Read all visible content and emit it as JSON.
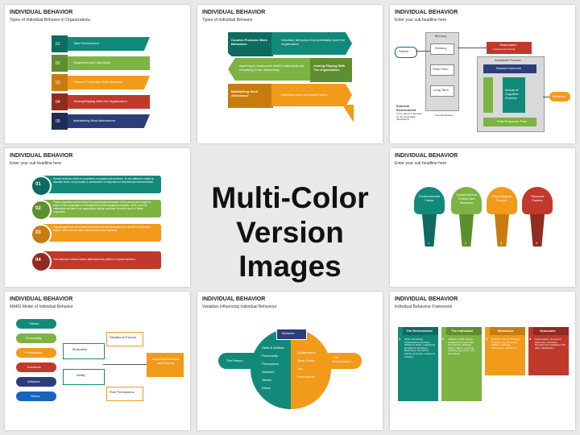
{
  "center": {
    "line1": "Multi-Color",
    "line2": "Version Images"
  },
  "slides": [
    {
      "title": "INDIVIDUAL BEHAVIOR",
      "subtitle": "Types of Individual Behavior in Organizations",
      "items": [
        {
          "num": "01",
          "text": "Task Performance"
        },
        {
          "num": "02",
          "text": "Organizational Citizenship"
        },
        {
          "num": "03",
          "text": "Counter Productive Work Behavior"
        },
        {
          "num": "04",
          "text": "Joining/Staying With the Organization"
        },
        {
          "num": "05",
          "text": "Maintaining Work Attendance"
        }
      ]
    },
    {
      "title": "INDIVIDUAL BEHAVIOR",
      "subtitle": "Types of Individual Behavior",
      "rows": [
        {
          "label": "Counter Products Work Behaviors",
          "desc": "Voluntary behaviors that potentially harm the organization"
        },
        {
          "label": "Joining Playing With The Organization",
          "desc": "Agreeing to employees which relationship are remaining in the relationship"
        },
        {
          "label": "Maintaining Work Attendance",
          "desc": "Attending work at required times"
        }
      ]
    },
    {
      "title": "INDIVIDUAL BEHAVIOR",
      "subtitle": "Enter your sub headline here",
      "labels": {
        "stimuli": "Stimuli",
        "memory": "Memory",
        "sensory": "Sensory",
        "short_term": "Short Term",
        "long_term": "Long Term",
        "observation": "Observation",
        "observation_sub": "( Unobserved stimuli)",
        "analytical": "Analytical Process",
        "desired": "Desired Outcome",
        "collected": "Collected Experiences",
        "cognitive": "Mutual of Cognitive Process",
        "response": "Real Response Time",
        "behavior": "Behavior",
        "external": "External Environment",
        "external_sub": "( from stimuli & behavior as the observable parameters)",
        "internal": "Internal Attitudes"
      }
    },
    {
      "title": "INDIVIDUAL BEHAVIOR",
      "subtitle": "Enter your sub headline here",
      "items": [
        {
          "num": "01",
          "text": "Human behavior which is considered a complex phenomenon, is very difficult to define in absolute terms. It is primarily a combination of responses to external and internal stimuli."
        },
        {
          "num": "02",
          "text": "These responses would reflect the psychological structure of the person and maybe a result of the combination of biological and psychological processes, which could be understood as them in an appropriate fashion and learn from the result of these responses."
        },
        {
          "num": "03",
          "text": "Psychologist have seen believe that both are and illustrated by a number of distinctive factors, which can be both, environmental and individual."
        },
        {
          "num": "04",
          "text": "The influence of these factors determines the pattern of human behavior."
        }
      ]
    },
    {
      "title": "INDIVIDUAL BEHAVIOR",
      "subtitle": "Enter your sub headline here",
      "factors": [
        {
          "name": "Environmental Factor",
          "num": "1"
        },
        {
          "name": "Organizational Culture and Structure",
          "num": "2"
        },
        {
          "name": "Psychological Factors",
          "num": "3"
        },
        {
          "name": "Personal Factors",
          "num": "4"
        }
      ]
    },
    {
      "title": "INDIVIDUAL BEHAVIOR",
      "subtitle": "MARS Model of Individual Behavior",
      "left": [
        "Values",
        "Personality",
        "Perceptions",
        "Emotions",
        "Attitudes",
        "Stress"
      ],
      "middle": [
        "Motivation",
        "Ability"
      ],
      "right": [
        "Situational Factors",
        "Role Perceptions"
      ],
      "result": "Individual Behavior and Results"
    },
    {
      "title": "INDIVIDUAL BEHAVIOR",
      "subtitle": "Variables Influencing Individual Behaviour",
      "behavior": "Behavior",
      "person": "The Person",
      "environment": "The Environment",
      "person_list": [
        "Skills & Abilities",
        "Personality",
        "Perceptions",
        "Attitudes",
        "Values",
        "Ethics"
      ],
      "env_list": [
        "Organization",
        "Work Group",
        "Job",
        "Personal life"
      ]
    },
    {
      "title": "INDIVIDUAL BEHAVIOR",
      "subtitle": "Individual Behaviour Framework",
      "columns": [
        {
          "num": "1",
          "head": "The Environment",
          "body": "Work: Job design, Organizational structure, Policies & Rules, Leadership, Rewards & Sanctions, Resources. Non-Work: Family, Economic, Leisure & hobbies"
        },
        {
          "num": "2",
          "head": "The Individual",
          "body": "Abilities & skills, Family background, Personality, Perceptions, Attitudes, Values, Ethics, Learning capacity, Age, Race, Sex, Experience"
        },
        {
          "num": "3",
          "head": "Behaviour",
          "body": "Decision making, Thinking Process, Communication, Talking, Listening, Observation, Movement"
        },
        {
          "num": "4",
          "head": "Outcomes",
          "body": "Performance, Long term, Short term, Personal Development, Relations with other, Satisfaction"
        }
      ]
    }
  ],
  "colors": {
    "teal": "#128a7a",
    "green": "#7cb342",
    "orange": "#f29a1a",
    "red": "#c0392b",
    "navy": "#2c3e7a",
    "blue": "#1565c0"
  }
}
